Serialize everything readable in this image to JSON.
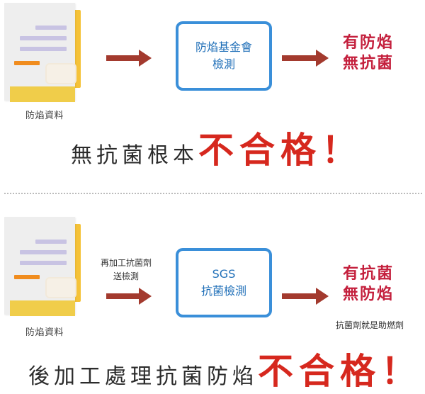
{
  "top": {
    "doc_label": "防焰資料",
    "box_line1": "防焰基金會",
    "box_line2": "檢測",
    "result_line1": "有防焰",
    "result_line2": "無抗菌",
    "headline_main": "無抗菌根本",
    "headline_bad": "不合格！"
  },
  "bottom": {
    "doc_label": "防焰資料",
    "step_line1": "再加工抗菌劑",
    "step_line2": "送檢測",
    "box_line1": "SGS",
    "box_line2": "抗菌檢測",
    "result_line1": "有抗菌",
    "result_line2": "無防焰",
    "result_note": "抗菌劑就是助燃劑",
    "headline_main": "後加工處理抗菌防焰",
    "headline_bad": "不合格！"
  },
  "colors": {
    "arrow": "#a33a2e",
    "box_border": "#3a8fd9",
    "result_text": "#c4203d",
    "fail_text": "#d6281e"
  }
}
